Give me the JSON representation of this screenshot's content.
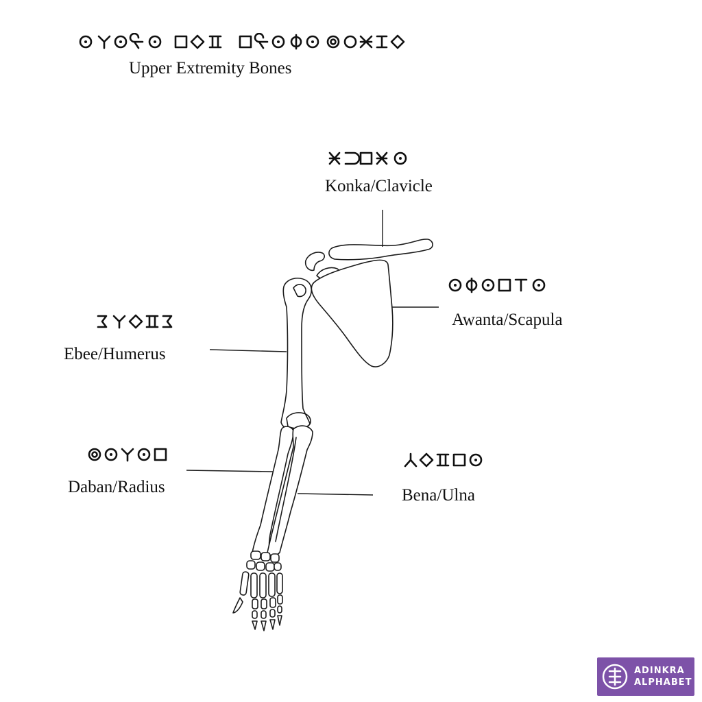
{
  "title": {
    "latin": "Upper Extremity Bones"
  },
  "labels": {
    "clavicle": "Konka/Clavicle",
    "scapula": "Awanta/Scapula",
    "humerus": "Ebee/Humerus",
    "radius": "Daban/Radius",
    "ulna": "Bena/Ulna"
  },
  "logo": {
    "line1": "ADINKRA",
    "line2": "ALPHABET",
    "background": "#7d52a8"
  }
}
